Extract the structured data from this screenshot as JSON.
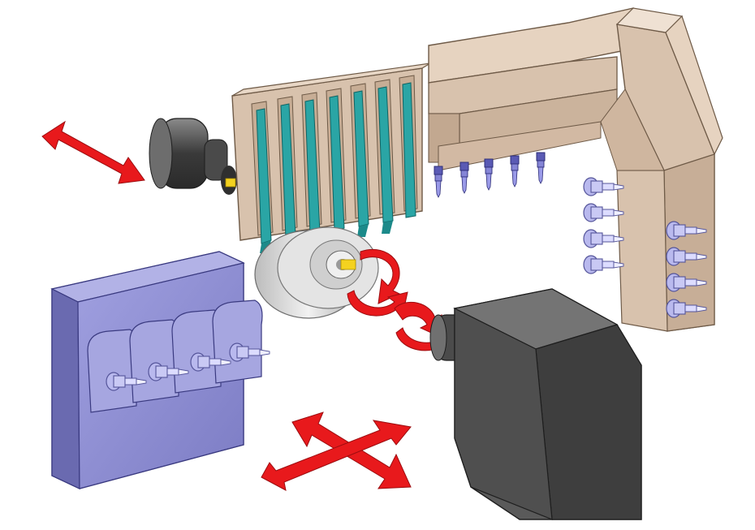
{
  "colors": {
    "background": "#ffffff",
    "tan_body": "#d8c2ad",
    "tan_shadow": "#b89f88",
    "tan_light": "#e8d7c6",
    "teal_tool": "#2aa5a5",
    "blue_block": "#8f8fd0",
    "blue_block_dark": "#6a6ab0",
    "spindle_dark": "#3c3c3c",
    "spindle_mid": "#5a5a5a",
    "arrow_red": "#e8191c",
    "disk_gray": "#d6d6d6",
    "workpiece_yellow": "#f4d21f"
  },
  "icons": {
    "horizontal_motion": "double-headed-arrow",
    "cross_motion": "four-way-cross-arrow",
    "rotation": "circular-rotation-arrow"
  }
}
